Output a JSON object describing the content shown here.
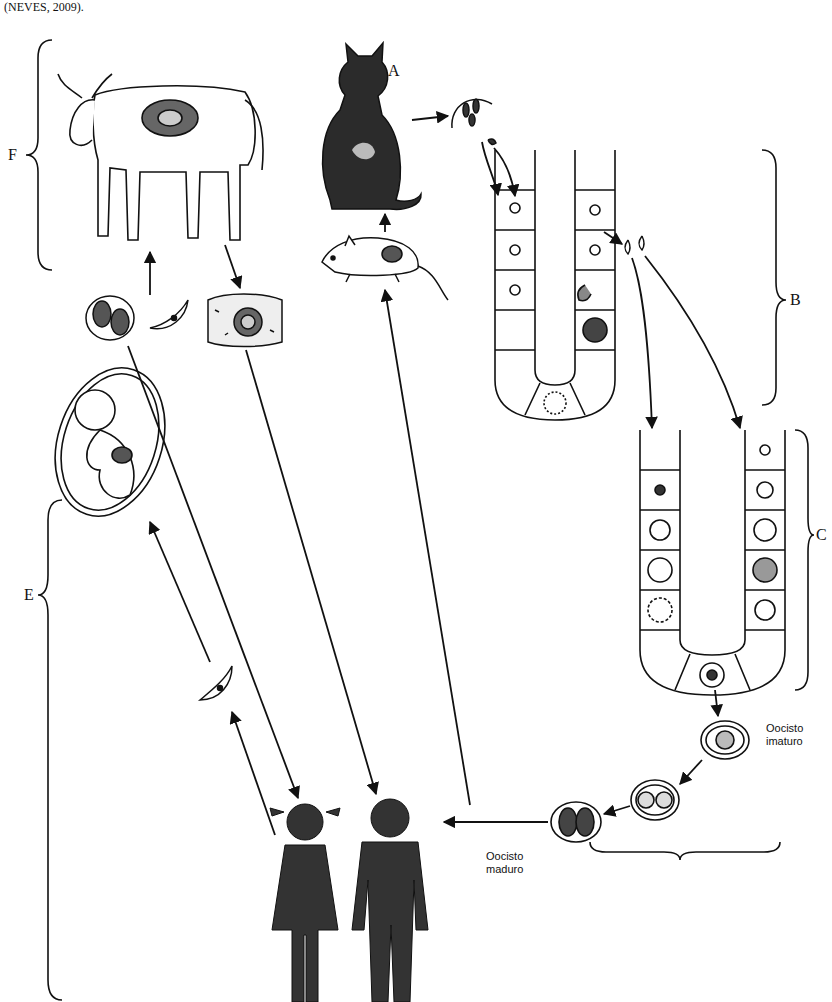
{
  "diagram": {
    "labels": [
      "(NEVES, 2009).",
      "A",
      "B",
      "C",
      "F",
      "E",
      "Oocisto imaturo",
      "Oocisto maduro"
    ]
  }
}
